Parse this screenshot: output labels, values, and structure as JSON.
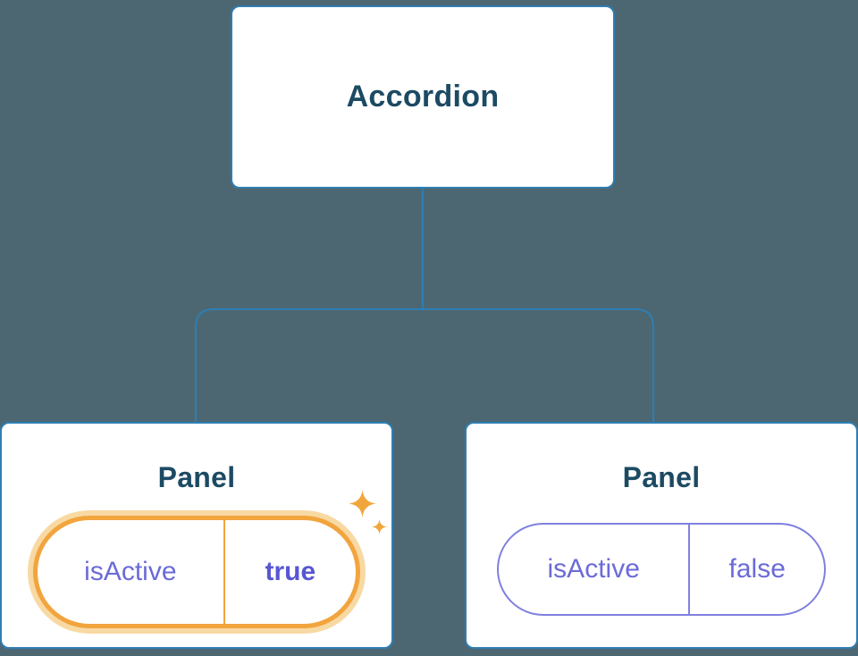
{
  "diagram": {
    "root": {
      "label": "Accordion"
    },
    "panels": [
      {
        "label": "Panel",
        "prop_name": "isActive",
        "prop_value": "true",
        "highlighted": true
      },
      {
        "label": "Panel",
        "prop_name": "isActive",
        "prop_value": "false",
        "highlighted": false
      }
    ]
  },
  "icons": {
    "sparkle": "sparkle-icon"
  },
  "colors": {
    "background": "#4C6772",
    "node_background": "#FFFFFF",
    "node_border": "#2E7EB3",
    "node_text": "#1C4A63",
    "connector": "#2E7EB3",
    "prop_text": "#6B6BD8",
    "prop_value_active_text": "#5757D1",
    "highlight_border": "#F2A43D",
    "highlight_glow": "#F8D9A3",
    "sparkle": "#F0A63C",
    "pill_border": "#8080DF"
  }
}
